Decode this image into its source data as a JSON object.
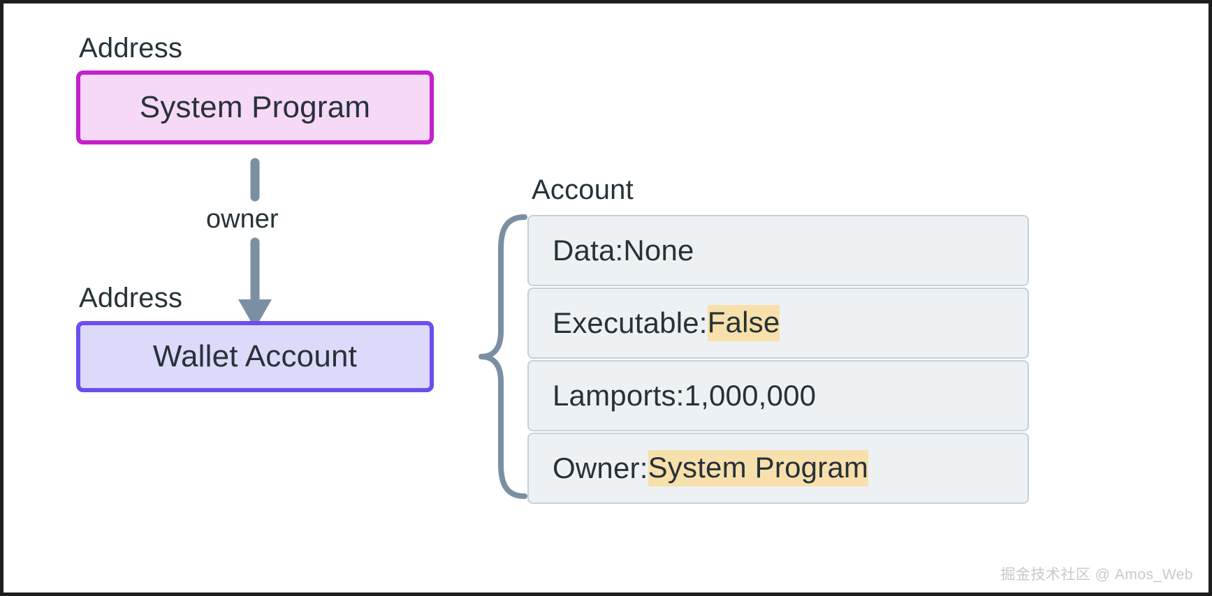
{
  "diagram": {
    "title": "Solana account ownership diagram",
    "colors": {
      "program_fill": "#f6d9f6",
      "program_border": "#c61fcc",
      "wallet_fill": "#ddd9fa",
      "wallet_border": "#6d4df0",
      "row_fill": "#eef1f4",
      "row_border": "#c3d0da",
      "highlight": "#f7e0ab",
      "connector": "#7b8fa3",
      "text": "#263238",
      "frame": "#1e1e1e"
    },
    "nodes": [
      {
        "id": "system-program",
        "label": "Address",
        "text": "System Program",
        "style": "program"
      },
      {
        "id": "wallet-account",
        "label": "Address",
        "text": "Wallet Account",
        "style": "wallet"
      }
    ],
    "edge": {
      "label": "owner",
      "from": "system-program",
      "to": "wallet-account",
      "direction": "down"
    },
    "account_panel": {
      "label": "Account",
      "rows": [
        {
          "id": "data",
          "key": "Data: ",
          "value": "None",
          "highlighted": false
        },
        {
          "id": "executable",
          "key": "Executable:",
          "value": "False",
          "highlighted": true
        },
        {
          "id": "lamports",
          "key": "Lamports: ",
          "value": "1,000,000",
          "highlighted": false
        },
        {
          "id": "owner",
          "key": "Owner:",
          "value": "System Program",
          "highlighted": true
        }
      ]
    }
  },
  "watermark": {
    "text": "掘金技术社区 @ Amos_Web"
  }
}
